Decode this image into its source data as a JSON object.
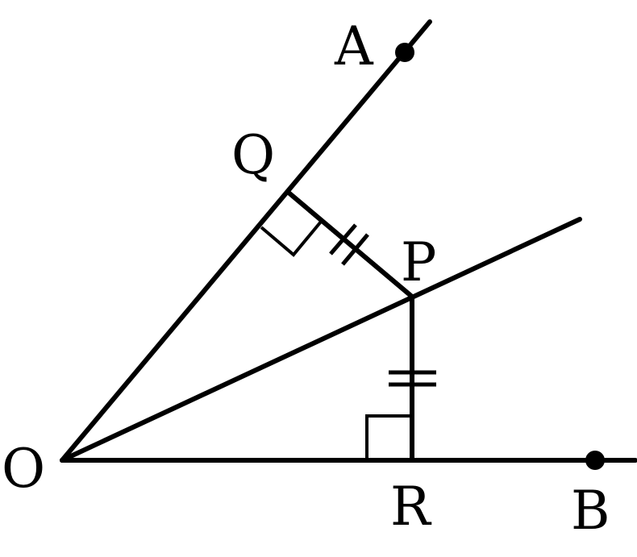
{
  "diagram": {
    "points": {
      "O": "O",
      "A": "A",
      "B": "B",
      "P": "P",
      "Q": "Q",
      "R": "R"
    },
    "line_color": "#000000",
    "background": "#ffffff"
  }
}
